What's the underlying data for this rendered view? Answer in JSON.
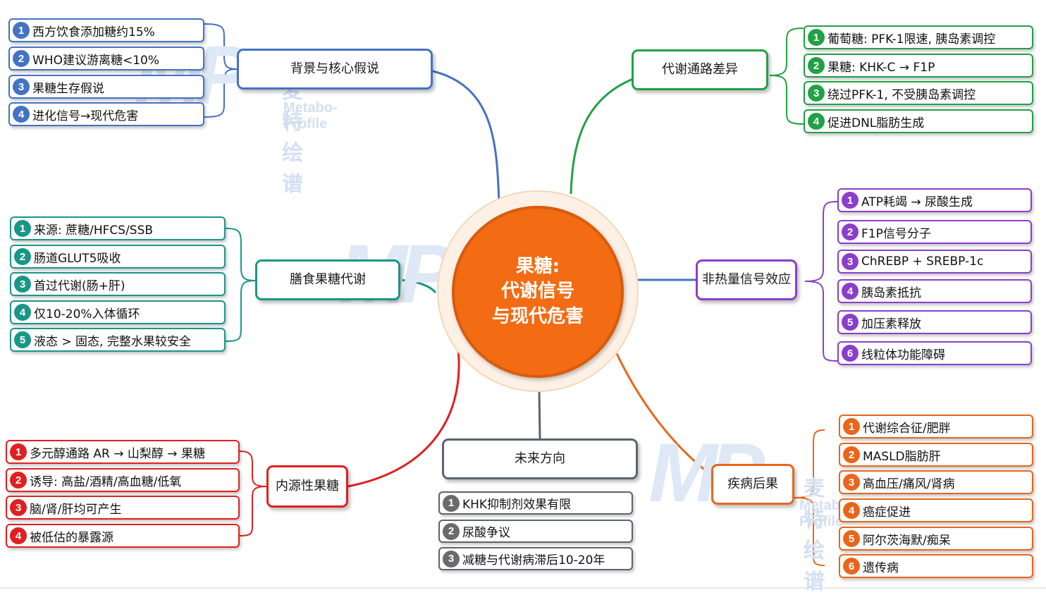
{
  "watermark": {
    "logo": "MP",
    "cn": "麦特绘谱",
    "en": "Metabo-Profile"
  },
  "center": {
    "title": "果糖:\n代谢信号\n与现代危害",
    "fill": "#f36b12"
  },
  "branches": {
    "background": {
      "label": "背景与核心假说",
      "color": "#4472c4",
      "items": [
        "西方饮食添加糖约15%",
        "WHO建议游离糖<10%",
        "果糖生存假说",
        "进化信号→现代危害"
      ]
    },
    "dietary": {
      "label": "膳食果糖代谢",
      "color": "#1a9688",
      "items": [
        "来源: 蔗糖/HFCS/SSB",
        "肠道GLUT5吸收",
        "首过代谢(肠+肝)",
        "仅10-20%入体循环",
        "液态 > 固态, 完整水果较安全"
      ]
    },
    "endogenous": {
      "label": "内源性果糖",
      "color": "#e02020",
      "items": [
        "多元醇通路 AR → 山梨醇 → 果糖",
        "诱导: 高盐/酒精/高血糖/低氧",
        "脑/肾/肝均可产生",
        "被低估的暴露源"
      ]
    },
    "future": {
      "label": "未来方向",
      "color": "#5a6470",
      "items": [
        "KHK抑制剂效果有限",
        "尿酸争议",
        "减糖与代谢病滞后10-20年"
      ]
    },
    "metabolic": {
      "label": "代谢通路差异",
      "color": "#22a046",
      "items": [
        "葡萄糖: PFK-1限速, 胰岛素调控",
        "果糖: KHK-C → F1P",
        "绕过PFK-1, 不受胰岛素调控",
        "促进DNL脂肪生成"
      ]
    },
    "signal": {
      "label": "非热量信号效应",
      "color": "#8a3fc9",
      "items": [
        "ATP耗竭 → 尿酸生成",
        "F1P信号分子",
        "ChREBP + SREBP-1c",
        "胰岛素抵抗",
        "加压素释放",
        "线粒体功能障碍"
      ]
    },
    "disease": {
      "label": "疾病后果",
      "color": "#e8661c",
      "items": [
        "代谢综合征/肥胖",
        "MASLD脂肪肝",
        "高血压/痛风/肾病",
        "癌症促进",
        "阿尔茨海默/痴呆",
        "遗传病"
      ]
    }
  }
}
